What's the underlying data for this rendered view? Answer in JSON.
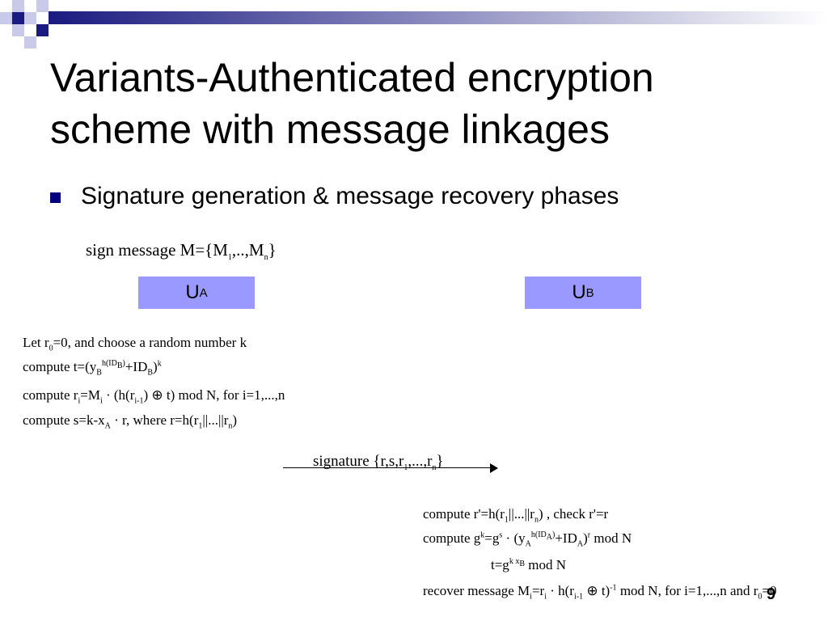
{
  "slide": {
    "title_line1": "Variants-Authenticated encryption",
    "title_line2": "scheme with message linkages",
    "bullet": "Signature generation & message recovery phases",
    "page_number": "9",
    "accent_color": "#000080",
    "box_color": "#9999ff"
  },
  "diagram": {
    "sign_message": "sign message M={M1,..,Mn}",
    "party_a": "UA",
    "party_b": "UB",
    "sender_steps": [
      "Let r0=0, and choose a random number k",
      "compute t=(yB h(IDB)+IDB)k",
      "compute ri=Mi · (h(ri-1) ⊕ t) mod N, for i=1,...,n",
      "compute s=k-xA · r, where r=h(r1||...||rn)"
    ],
    "signature": "signature {r,s,r1,...,rn}",
    "receiver_steps": [
      "compute r'=h(r1||...||rn) , check r'=r",
      "compute gk=gs · (yA h(IDA)+IDA)r mod N",
      "t=gk xB mod N",
      "recover message Mi=ri · h(ri-1 ⊕ t)-1 mod N, for i=1,...,n and r0=0"
    ]
  }
}
